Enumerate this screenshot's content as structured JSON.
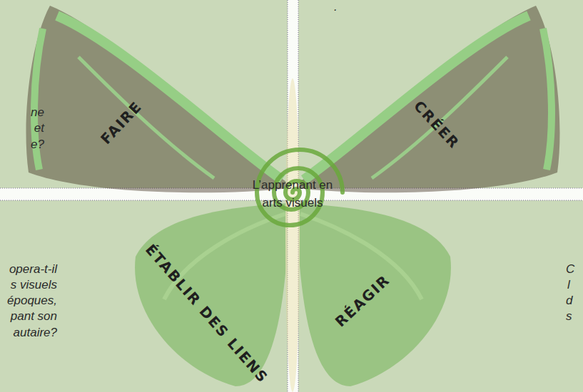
{
  "diagram": {
    "labels": [
      ".",
      "ne",
      "et",
      "e?",
      "FAIRE",
      "CRÉER",
      "L’apprenant en arts visuels",
      "opera-t-il",
      "s visuels",
      "époques,",
      "pant son",
      "autaire?",
      "C",
      "l",
      "d",
      "s",
      "ÉTABLIR DES LIENS",
      "RÉAGIR"
    ]
  }
}
